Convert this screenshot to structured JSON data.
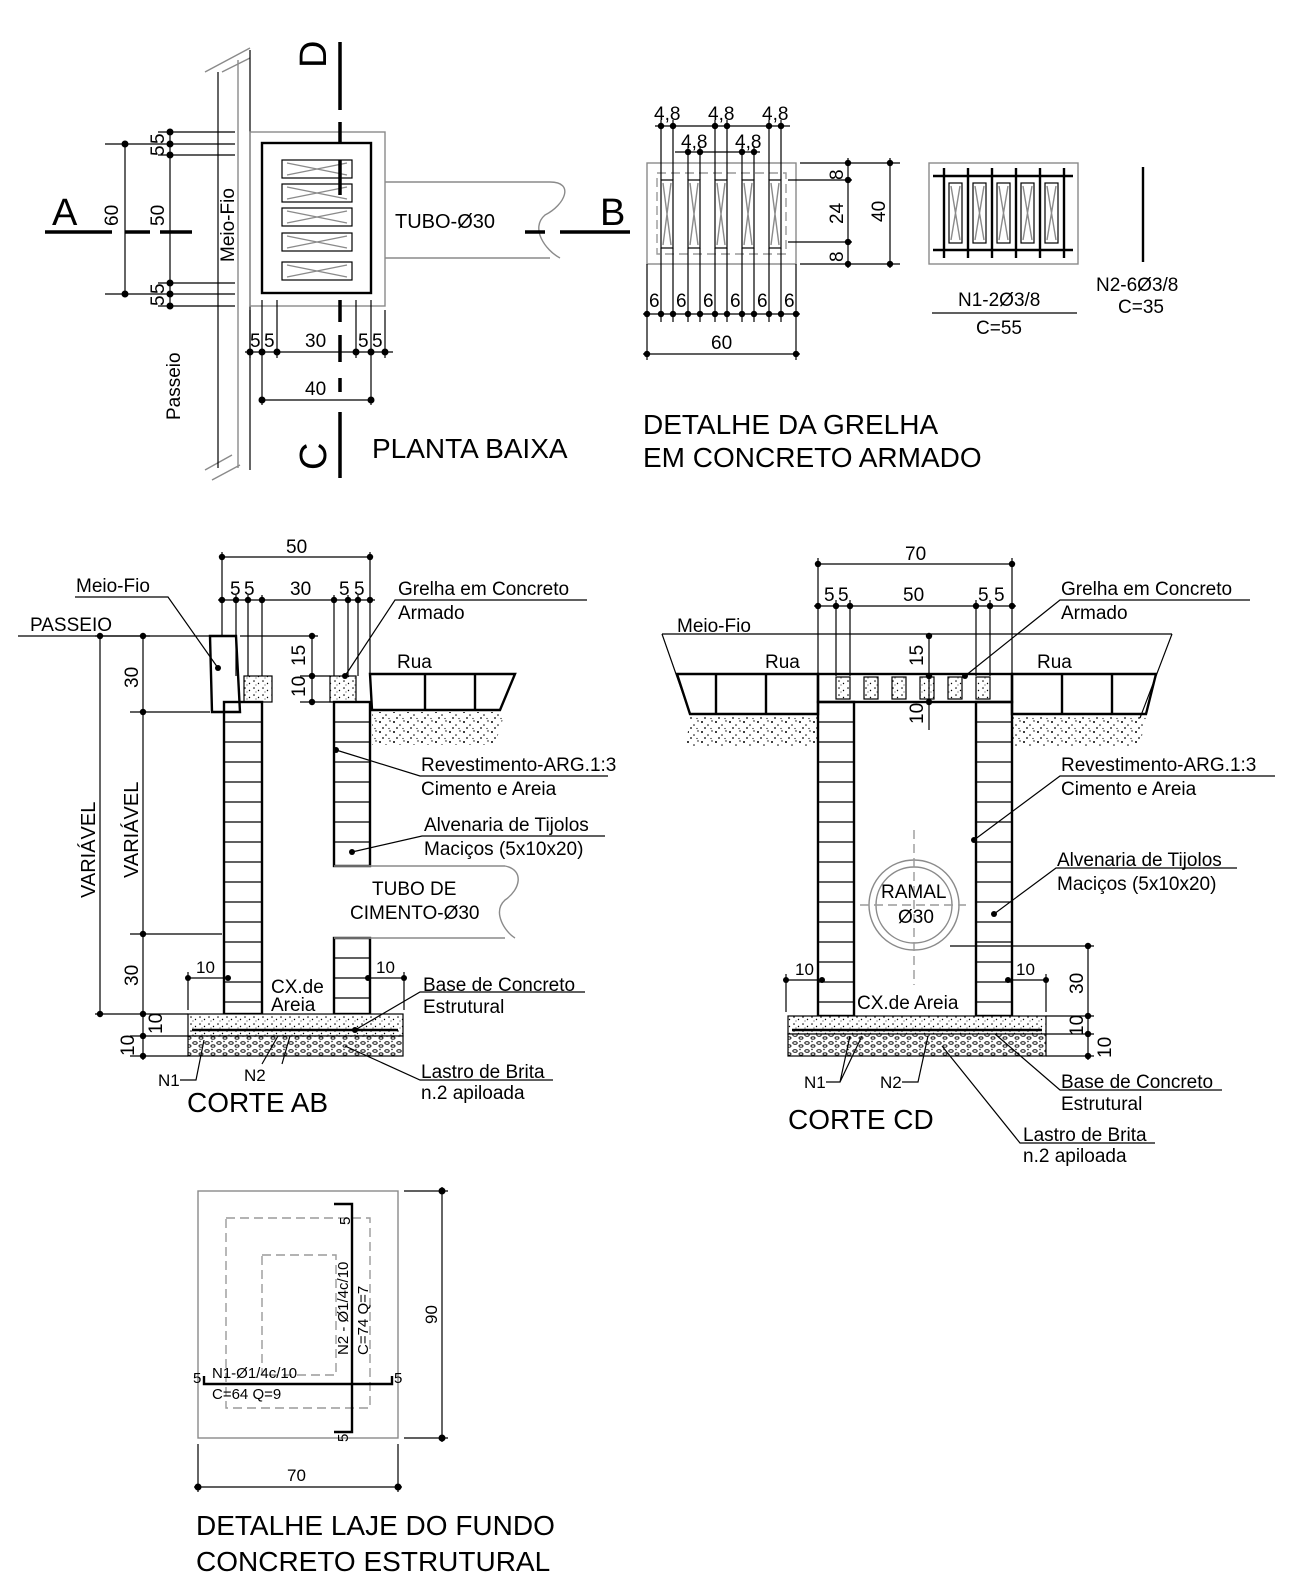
{
  "planta": {
    "title": "PLANTA BAIXA",
    "cut_a": "A",
    "cut_b": "B",
    "cut_c": "C",
    "cut_d": "D",
    "meio_fio": "Meio-Fio",
    "passeio": "Passeio",
    "tubo": "TUBO-Ø30",
    "dim_v_total": "60",
    "dim_v_inner": "50",
    "dim_v_5a": "5",
    "dim_v_5b": "5",
    "dim_v_5c": "5",
    "dim_v_5d": "5",
    "dim_h_30": "30",
    "dim_h_40": "40",
    "dim_h_5a": "5",
    "dim_h_5b": "5",
    "dim_h_5c": "5",
    "dim_h_5d": "5"
  },
  "grelha": {
    "title_line1": "DETALHE DA GRELHA",
    "title_line2": "EM CONCRETO ARMADO",
    "top_dims_row1": [
      "4,8",
      "4,8",
      "4,8"
    ],
    "top_dims_row2": [
      "4,8",
      "4,8"
    ],
    "bottom_dims": [
      "6",
      "6",
      "6",
      "6",
      "6",
      "6"
    ],
    "dim_width": "60",
    "dim_8a": "8",
    "dim_24": "24",
    "dim_8b": "8",
    "dim_40": "40",
    "n1_label": "N1-2Ø3/8",
    "n1_length": "C=55",
    "n2_label": "N2-6Ø3/8",
    "n2_length": "C=35"
  },
  "corte_ab": {
    "title": "CORTE AB",
    "dim_50": "50",
    "dim_30": "30",
    "dim_5a": "5",
    "dim_5b": "5",
    "dim_5c": "5",
    "dim_5d": "5",
    "meio_fio": "Meio-Fio",
    "passeio": "PASSEIO",
    "grelha_1": "Grelha em Concreto",
    "grelha_2": "Armado",
    "rua": "Rua",
    "dim_15": "15",
    "dim_10_top": "10",
    "dim_30_top": "30",
    "variavel_outer": "VARIÁVEL",
    "variavel_inner": "VARIÁVEL",
    "dim_30_bottom": "30",
    "revest_1": "Revestimento-ARG.1:3",
    "revest_2": "Cimento e Areia",
    "alven_1": "Alvenaria de Tijolos",
    "alven_2": "Maciços  (5x10x20)",
    "tubo_1": "TUBO DE",
    "tubo_2": "CIMENTO-Ø30",
    "dim_10_left": "10",
    "dim_10_right": "10",
    "cx_1": "CX.de",
    "cx_2": "Areia",
    "base_1": "Base de Concreto",
    "base_2": "Estrutural",
    "dim_10_base": "10",
    "dim_10_brita": "10",
    "n1": "N1",
    "n2": "N2",
    "lastro_1": "Lastro de Brita",
    "lastro_2": "n.2 apiloada"
  },
  "corte_cd": {
    "title": "CORTE CD",
    "dim_70": "70",
    "dim_50": "50",
    "dim_5a": "5",
    "dim_5b": "5",
    "dim_5c": "5",
    "dim_5d": "5",
    "meio_fio": "Meio-Fio",
    "grelha_1": "Grelha em Concreto",
    "grelha_2": "Armado",
    "rua_left": "Rua",
    "rua_right": "Rua",
    "dim_15": "15",
    "dim_10_top": "10",
    "revest_1": "Revestimento-ARG.1:3",
    "revest_2": "Cimento e Areia",
    "alven_1": "Alvenaria de Tijolos",
    "alven_2": "Maciços  (5x10x20)",
    "ramal_1": "RAMAL",
    "ramal_2": "Ø30",
    "dim_10_left": "10",
    "dim_10_right": "10",
    "dim_30": "30",
    "cx": "CX.de Areia",
    "dim_10_base": "10",
    "dim_10_brita": "10",
    "n1": "N1",
    "n2": "N2",
    "base_1": "Base de Concreto",
    "base_2": "Estrutural",
    "lastro_1": "Lastro de Brita",
    "lastro_2": "n.2 apiloada"
  },
  "laje": {
    "title_line1": "DETALHE LAJE DO FUNDO",
    "title_line2": "CONCRETO ESTRUTURAL",
    "dim_90": "90",
    "dim_70": "70",
    "dim_5_top": "5",
    "dim_5_bottom": "5",
    "dim_5_left": "5",
    "dim_5_right": "5",
    "n1_label": "N1-Ø1/4c/10",
    "n1_qty": "C=64 Q=9",
    "n2_label": "N2 - Ø1/4c/10",
    "n2_qty": "C=74 Q=7"
  }
}
